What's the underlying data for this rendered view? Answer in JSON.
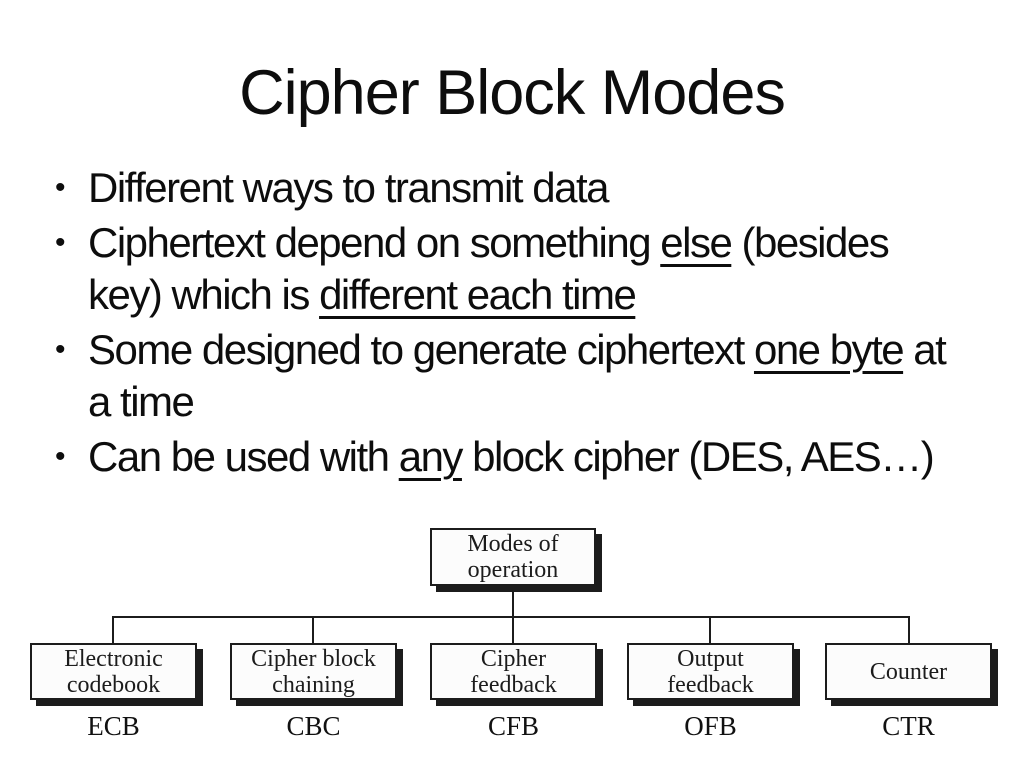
{
  "slide": {
    "title": "Cipher Block Modes",
    "bullet_char": "•",
    "bullets": [
      {
        "segments": [
          {
            "t": "Different ways to transmit data",
            "u": false
          }
        ]
      },
      {
        "segments": [
          {
            "t": "Ciphertext depend on something ",
            "u": false
          },
          {
            "t": "else",
            "u": true
          },
          {
            "t": " (besides",
            "u": false
          },
          {
            "t": "key) which is ",
            "u": false
          },
          {
            "t": "different each time",
            "u": true
          }
        ]
      },
      {
        "segments": [
          {
            "t": "Some designed to generate ciphertext ",
            "u": false
          },
          {
            "t": "one byte",
            "u": true
          },
          {
            "t": " at",
            "u": false
          },
          {
            "t": "a time",
            "u": false
          }
        ]
      },
      {
        "segments": [
          {
            "t": "Can be used with ",
            "u": false
          },
          {
            "t": "any",
            "u": true
          },
          {
            "t": " block cipher (DES, AES…)",
            "u": false
          }
        ]
      }
    ]
  },
  "diagram": {
    "root": {
      "lines": [
        "Modes of",
        "operation"
      ]
    },
    "boxes": [
      {
        "lines": [
          "Electronic",
          "codebook"
        ],
        "acronym": "ECB"
      },
      {
        "lines": [
          "Cipher block",
          "chaining"
        ],
        "acronym": "CBC"
      },
      {
        "lines": [
          "Cipher",
          "feedback"
        ],
        "acronym": "CFB"
      },
      {
        "lines": [
          "Output",
          "feedback"
        ],
        "acronym": "OFB"
      },
      {
        "lines": [
          "Counter"
        ],
        "acronym": "CTR"
      }
    ]
  },
  "colors": {
    "background": "#ffffff",
    "text": "#0d0d0d",
    "diagram_line": "#1c1c1c",
    "box_fill": "#fcfcfc",
    "box_shadow": "#1c1c1c"
  }
}
